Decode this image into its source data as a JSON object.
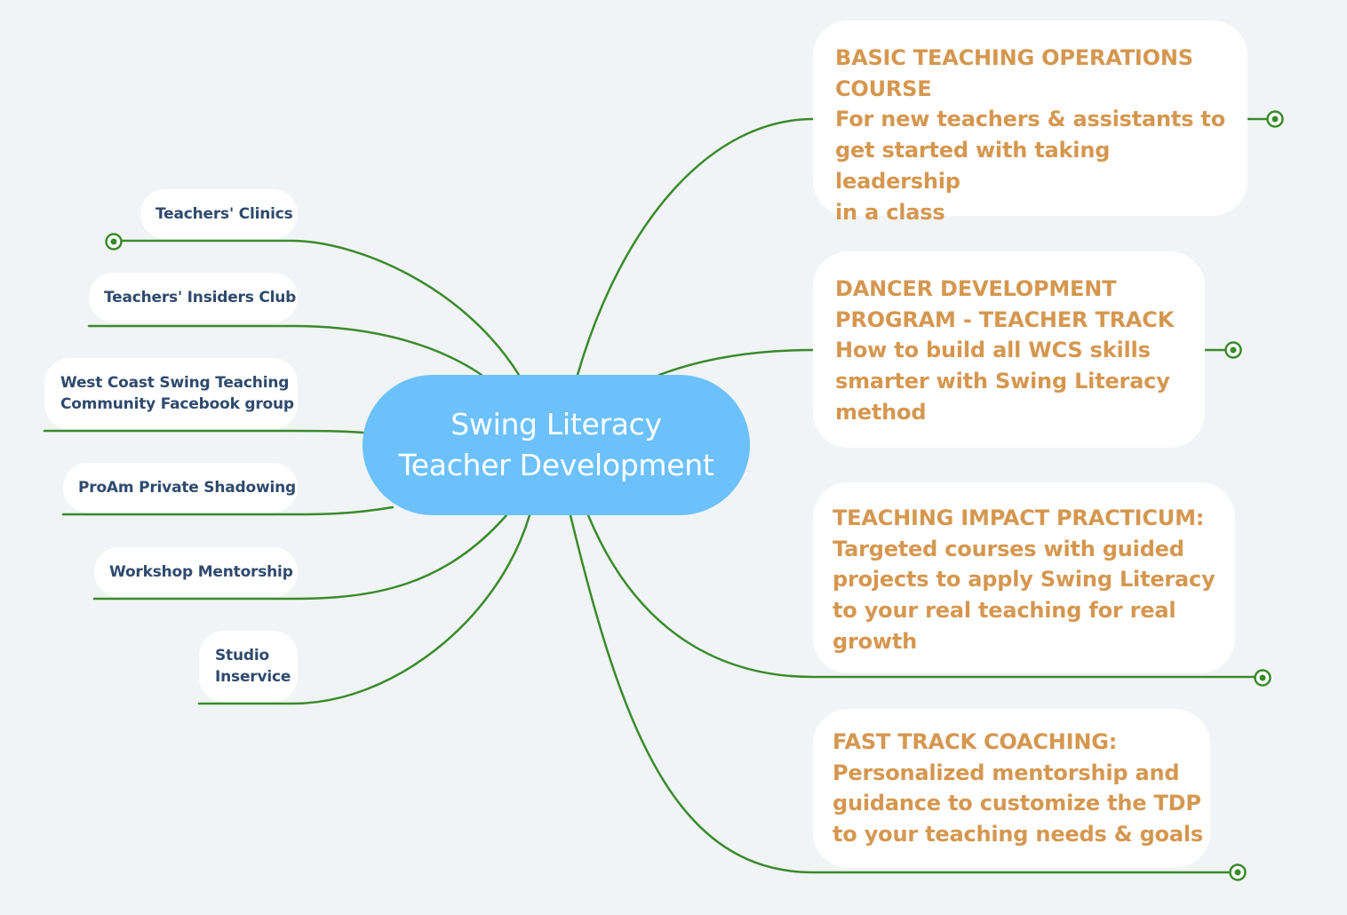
{
  "central": {
    "title": "Swing Literacy\nTeacher Development"
  },
  "left_topics": [
    {
      "label": "Teachers' Clinics"
    },
    {
      "label": "Teachers' Insiders Club"
    },
    {
      "label": "West Coast Swing Teaching\nCommunity Facebook group"
    },
    {
      "label": "ProAm Private Shadowing"
    },
    {
      "label": "Workshop Mentorship"
    },
    {
      "label": "Studio\nInservice"
    }
  ],
  "right_topics": [
    {
      "title": "BASIC TEACHING OPERATIONS\nCOURSE",
      "description": "For new teachers & assistants to\nget started with taking leadership\nin a class"
    },
    {
      "title": "DANCER DEVELOPMENT\nPROGRAM - TEACHER TRACK",
      "description": "How to build all WCS skills\nsmarter with Swing Literacy\nmethod"
    },
    {
      "title": "TEACHING IMPACT PRACTICUM:",
      "description": "Targeted courses with guided\nprojects to apply Swing Literacy\nto your real teaching for real\ngrowth"
    },
    {
      "title": "FAST TRACK COACHING:",
      "description": "Personalized mentorship and\nguidance to customize the TDP\nto your teaching needs & goals"
    }
  ],
  "colors": {
    "background": "#f1f4f7",
    "central_fill": "#6cc1fb",
    "connector": "#3a8a2c",
    "right_text": "#d59750",
    "left_text": "#2f4a6d",
    "topic_fill": "#ffffff"
  },
  "icons": {
    "collapse_toggle": "circle-dot-icon"
  }
}
